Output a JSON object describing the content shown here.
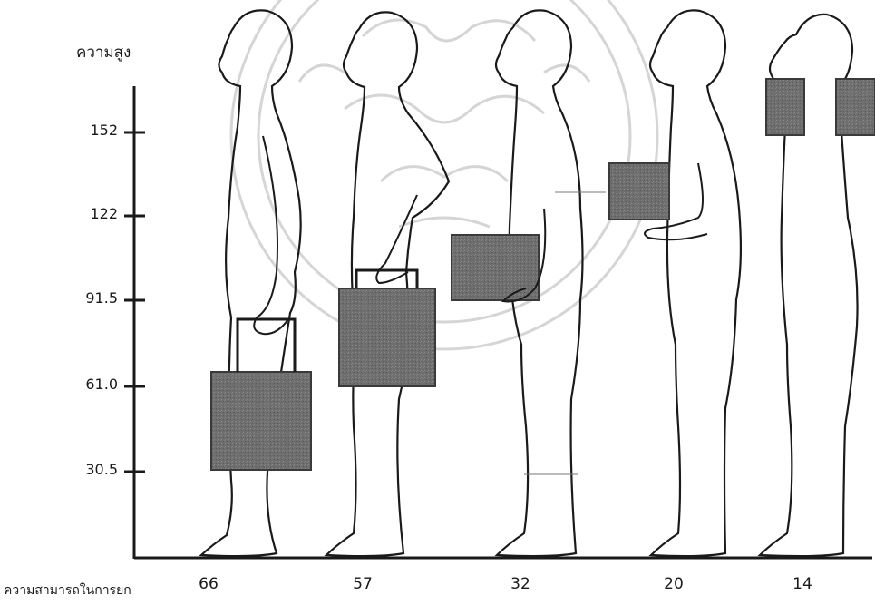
{
  "y_axis_label": "ความสูง",
  "x_caption": "ความสามารถในการยก",
  "height_ticks": [
    "152",
    "122",
    "91.5",
    "61.0",
    "30.5"
  ],
  "figures": [
    {
      "lift_capacity": "66"
    },
    {
      "lift_capacity": "57"
    },
    {
      "lift_capacity": "32"
    },
    {
      "lift_capacity": "20"
    },
    {
      "lift_capacity": "14"
    }
  ],
  "colors": {
    "outline": "#1a1a1a",
    "box_fill": "#6e6e6e",
    "box_edge": "#3a3a3a",
    "watermark": "#b4b4b4"
  }
}
